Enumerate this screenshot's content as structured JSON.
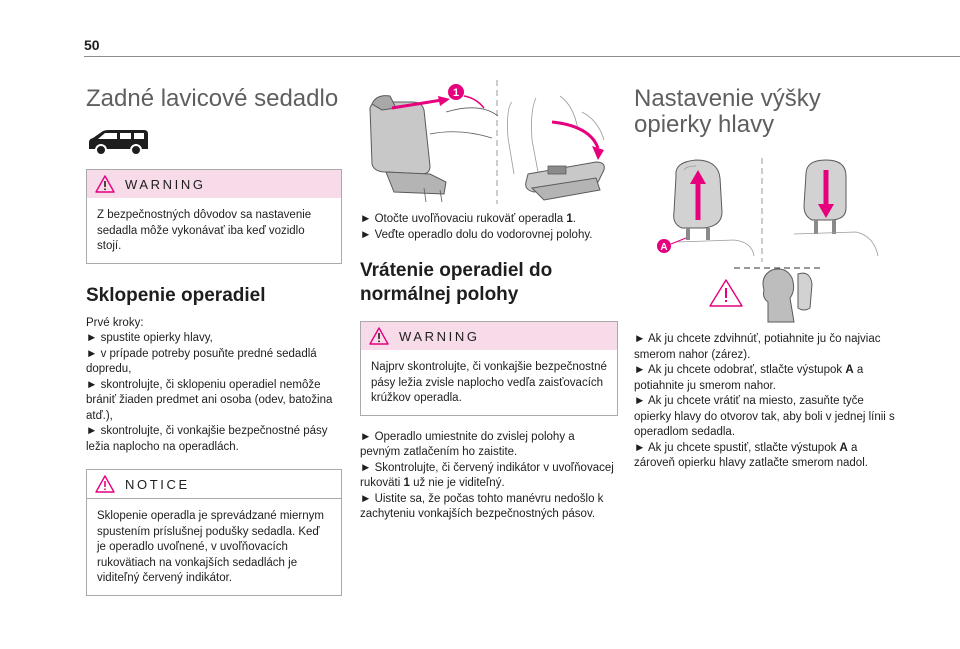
{
  "page_number": "50",
  "col1": {
    "title": "Zadné lavicové sedadlo",
    "car_icon": "van-icon",
    "warning": {
      "label": "WARNING",
      "text": "Z bezpečnostných dôvodov sa nastavenie sedadla môže vykonávať iba keď vozidlo stojí."
    },
    "section_title": "Sklopenie operadiel",
    "intro": "Prvé kroky:",
    "steps": [
      "► spustite opierky hlavy,",
      "► v prípade potreby posuňte predné sedadlá dopredu,",
      "► skontrolujte, či sklopeniu operadiel nemôže brániť žiaden predmet ani osoba (odev, batožina atď.),",
      "► skontrolujte, či vonkajšie bezpečnostné pásy ležia naplocho na operadlách."
    ],
    "notice": {
      "label": "NOTICE",
      "text": "Sklopenie operadla je sprevádzané miernym spustením príslušnej podušky sedadla. Keď je operadlo uvoľnené, v uvoľňovacích rukovätiach na vonkajších sedadlách je viditeľný červený indikátor."
    }
  },
  "col2": {
    "illustration_label": "1",
    "step1_a": "► Otočte uvoľňovaciu rukoväť operadla ",
    "step1_b": "1",
    "step1_c": ".",
    "step2": "► Veďte operadlo dolu do vodorovnej polohy.",
    "section_title": "Vrátenie operadiel do normálnej polohy",
    "warning": {
      "label": "WARNING",
      "text": "Najprv skontrolujte, či vonkajšie bezpečnostné pásy ležia zvisle naplocho vedľa zaisťovacích krúžkov operadla."
    },
    "para1": "► Operadlo umiestnite do zvislej polohy a pevným zatlačením ho zaistite.",
    "para2_a": "► Skontrolujte, či červený indikátor v uvoľňovacej rukoväti ",
    "para2_b": "1",
    "para2_c": " už nie je viditeľný.",
    "para3": "► Uistite sa, že počas tohto manévru nedošlo k zachyteniu vonkajších bezpečnostných pásov."
  },
  "col3": {
    "title": "Nastavenie výšky opierky hlavy",
    "illustration_label": "A",
    "p1": "► Ak ju chcete zdvihnúť, potiahnite ju čo najviac smerom nahor (zárez).",
    "p2_a": "► Ak ju chcete odobrať, stlačte výstupok ",
    "p2_b": "A",
    "p2_c": " a potiahnite ju smerom nahor.",
    "p3": "► Ak ju chcete vrátiť na miesto, zasuňte tyče opierky hlavy do otvorov tak, aby boli v jednej línii s operadlom sedadla.",
    "p4_a": "► Ak ju chcete spustiť, stlačte výstupok ",
    "p4_b": "A",
    "p4_c": " a zároveň opierku hlavy zatlačte smerom nadol."
  },
  "colors": {
    "accent_pink": "#e6007e",
    "box_pink": "#f7dbe9",
    "title_gray": "#5f5f5f"
  }
}
